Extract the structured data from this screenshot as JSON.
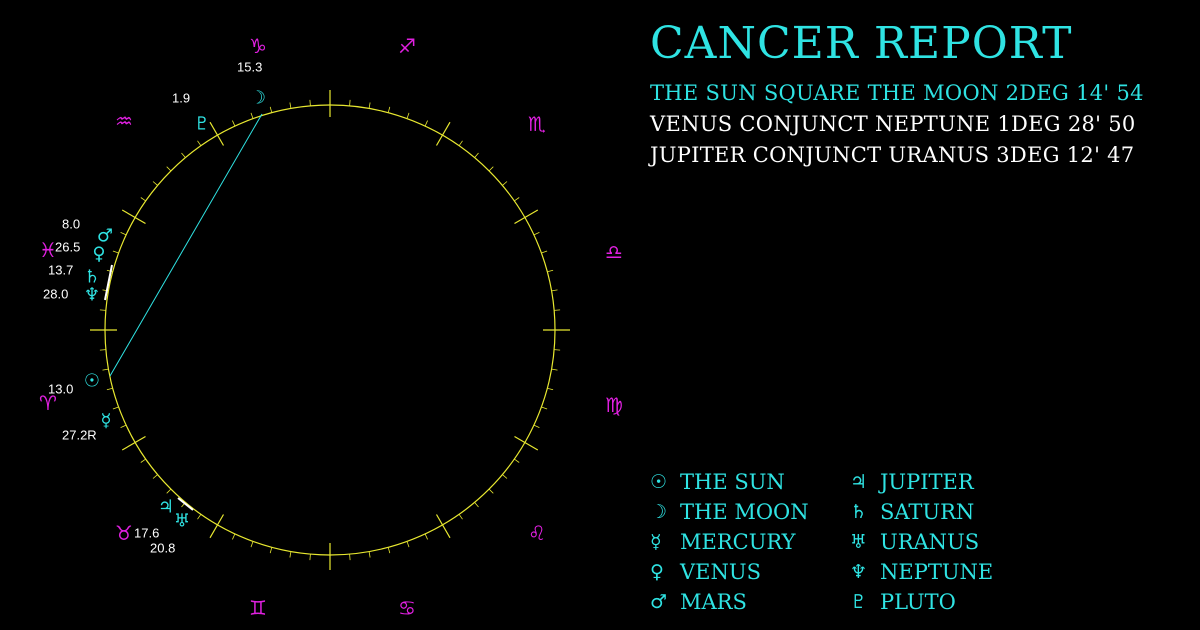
{
  "report": {
    "title": "CANCER REPORT",
    "aspects": [
      {
        "text": "THE SUN SQUARE THE MOON 2DEG 14' 54",
        "color": "#2fe3e3"
      },
      {
        "text": "VENUS CONJUNCT NEPTUNE 1DEG 28' 50",
        "color": "#ffffff"
      },
      {
        "text": "JUPITER CONJUNCT URANUS 3DEG 12' 47",
        "color": "#ffffff"
      }
    ]
  },
  "legend": [
    {
      "glyph": "☉",
      "label": "THE SUN",
      "icon": "sun-icon"
    },
    {
      "glyph": "☽",
      "label": "THE MOON",
      "icon": "moon-icon"
    },
    {
      "glyph": "☿",
      "label": "MERCURY",
      "icon": "mercury-icon"
    },
    {
      "glyph": "♀",
      "label": "VENUS",
      "icon": "venus-icon"
    },
    {
      "glyph": "♂",
      "label": "MARS",
      "icon": "mars-icon"
    },
    {
      "glyph": "♃",
      "label": "JUPITER",
      "icon": "jupiter-icon"
    },
    {
      "glyph": "♄",
      "label": "SATURN",
      "icon": "saturn-icon"
    },
    {
      "glyph": "♅",
      "label": "URANUS",
      "icon": "uranus-icon"
    },
    {
      "glyph": "♆",
      "label": "NEPTUNE",
      "icon": "neptune-icon"
    },
    {
      "glyph": "♇",
      "label": "PLUTO",
      "icon": "pluto-icon"
    }
  ],
  "wheel": {
    "signs": [
      {
        "glyph": "♑",
        "name": "capricorn-icon"
      },
      {
        "glyph": "♐",
        "name": "sagittarius-icon"
      },
      {
        "glyph": "♏",
        "name": "scorpio-icon"
      },
      {
        "glyph": "♎",
        "name": "libra-icon"
      },
      {
        "glyph": "♍",
        "name": "virgo-icon"
      },
      {
        "glyph": "♌",
        "name": "leo-icon"
      },
      {
        "glyph": "♋",
        "name": "cancer-icon"
      },
      {
        "glyph": "♊",
        "name": "gemini-icon"
      },
      {
        "glyph": "♉",
        "name": "taurus-icon"
      },
      {
        "glyph": "♈",
        "name": "aries-icon"
      },
      {
        "glyph": "♓",
        "name": "pisces-icon"
      },
      {
        "glyph": "♒",
        "name": "aquarius-icon"
      }
    ],
    "planets": [
      {
        "key": "moon",
        "glyph": "☽",
        "degree": "1.9"
      },
      {
        "key": "pluto",
        "glyph": "♇",
        "degree": "15.3"
      },
      {
        "key": "mars",
        "glyph": "♂",
        "degree": "8.0"
      },
      {
        "key": "venus",
        "glyph": "♀",
        "degree": "26.5"
      },
      {
        "key": "saturn",
        "glyph": "♄",
        "degree": "13.7"
      },
      {
        "key": "neptune",
        "glyph": "♆",
        "degree": "28.0"
      },
      {
        "key": "sun",
        "glyph": "☉",
        "degree": "13.0"
      },
      {
        "key": "mercury",
        "glyph": "☿",
        "degree": "27.2R"
      },
      {
        "key": "jupiter",
        "glyph": "♃",
        "degree": "17.6"
      },
      {
        "key": "uranus",
        "glyph": "♅",
        "degree": "20.8"
      }
    ]
  },
  "colors": {
    "accent": "#2fe3e3",
    "sign": "#e020e0",
    "wheel": "#e8e830",
    "text": "#ffffff",
    "background": "#000000"
  }
}
